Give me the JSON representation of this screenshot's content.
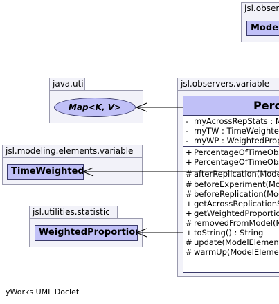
{
  "packages": {
    "observers_top": {
      "label": "jsl.observers",
      "class_label": "ModelE"
    },
    "java_util": {
      "label": "java.util",
      "class_label": "Map<K, V>"
    },
    "modeling_variable": {
      "label": "jsl.modeling.elements.variable",
      "class_label": "TimeWeighted"
    },
    "utilities_statistic": {
      "label": "jsl.utilities.statistic",
      "class_label": "WeightedProportion"
    },
    "observers_variable": {
      "label": "jsl.observers.variable"
    }
  },
  "main_class": {
    "title": "PercentageOfTimeObserver",
    "attributes": [
      {
        "vis": "-",
        "text": "myAcrossRepStats : Map<ModelElement, WeightedProportion>"
      },
      {
        "vis": "-",
        "text": "myTW : TimeWeighted"
      },
      {
        "vis": "-",
        "text": "myWP : WeightedProportion"
      }
    ],
    "constructors": [
      {
        "vis": "+",
        "text": "PercentageOfTimeObserver(TimeWeighted)"
      },
      {
        "vis": "+",
        "text": "PercentageOfTimeObserver(TimeWeighted, String)"
      }
    ],
    "methods": [
      {
        "vis": "#",
        "text": "afterReplication(ModelElement, Object)"
      },
      {
        "vis": "#",
        "text": "beforeExperiment(ModelElement, Object)"
      },
      {
        "vis": "#",
        "text": "beforeReplication(ModelElement, Object)"
      },
      {
        "vis": "+",
        "text": "getAcrossReplicationStatistics()"
      },
      {
        "vis": "+",
        "text": "getWeightedProportion()"
      },
      {
        "vis": "#",
        "text": "removedFromModel(ModelElement, Object)"
      },
      {
        "vis": "+",
        "text": "toString() : String"
      },
      {
        "vis": "#",
        "text": "update(ModelElement, Object)"
      },
      {
        "vis": "#",
        "text": "warmUp(ModelElement, Object)"
      }
    ]
  },
  "footer": "yWorks UML Doclet"
}
